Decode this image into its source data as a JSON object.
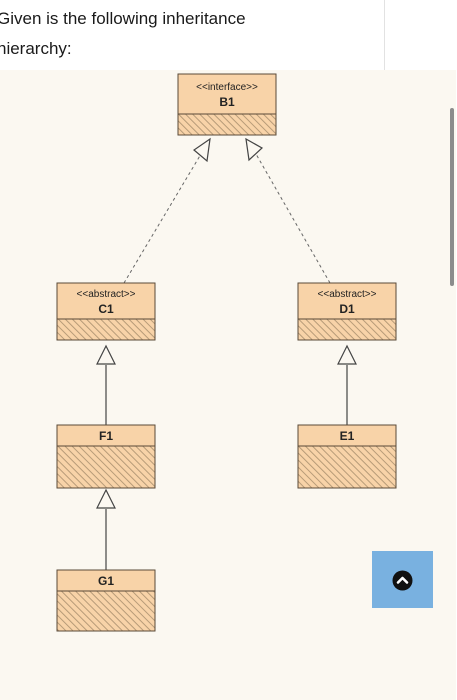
{
  "question": {
    "line1": "Given is the following inheritance",
    "line2": "hierarchy:"
  },
  "diagram": {
    "b1": {
      "stereotype": "<<interface>>",
      "name": "B1"
    },
    "c1": {
      "stereotype": "<<abstract>>",
      "name": "C1"
    },
    "d1": {
      "stereotype": "<<abstract>>",
      "name": "D1"
    },
    "f1": {
      "name": "F1"
    },
    "e1": {
      "name": "E1"
    },
    "g1": {
      "name": "G1"
    }
  },
  "colors": {
    "class_fill": "#f8d3a8",
    "class_stroke": "#5a4a38",
    "hatch": "#b79b78",
    "panel_bg": "#fbf8f1",
    "scroll_button": "#79b1e0"
  },
  "scroll_top_button": {
    "icon": "chevron-up-circle-icon"
  }
}
